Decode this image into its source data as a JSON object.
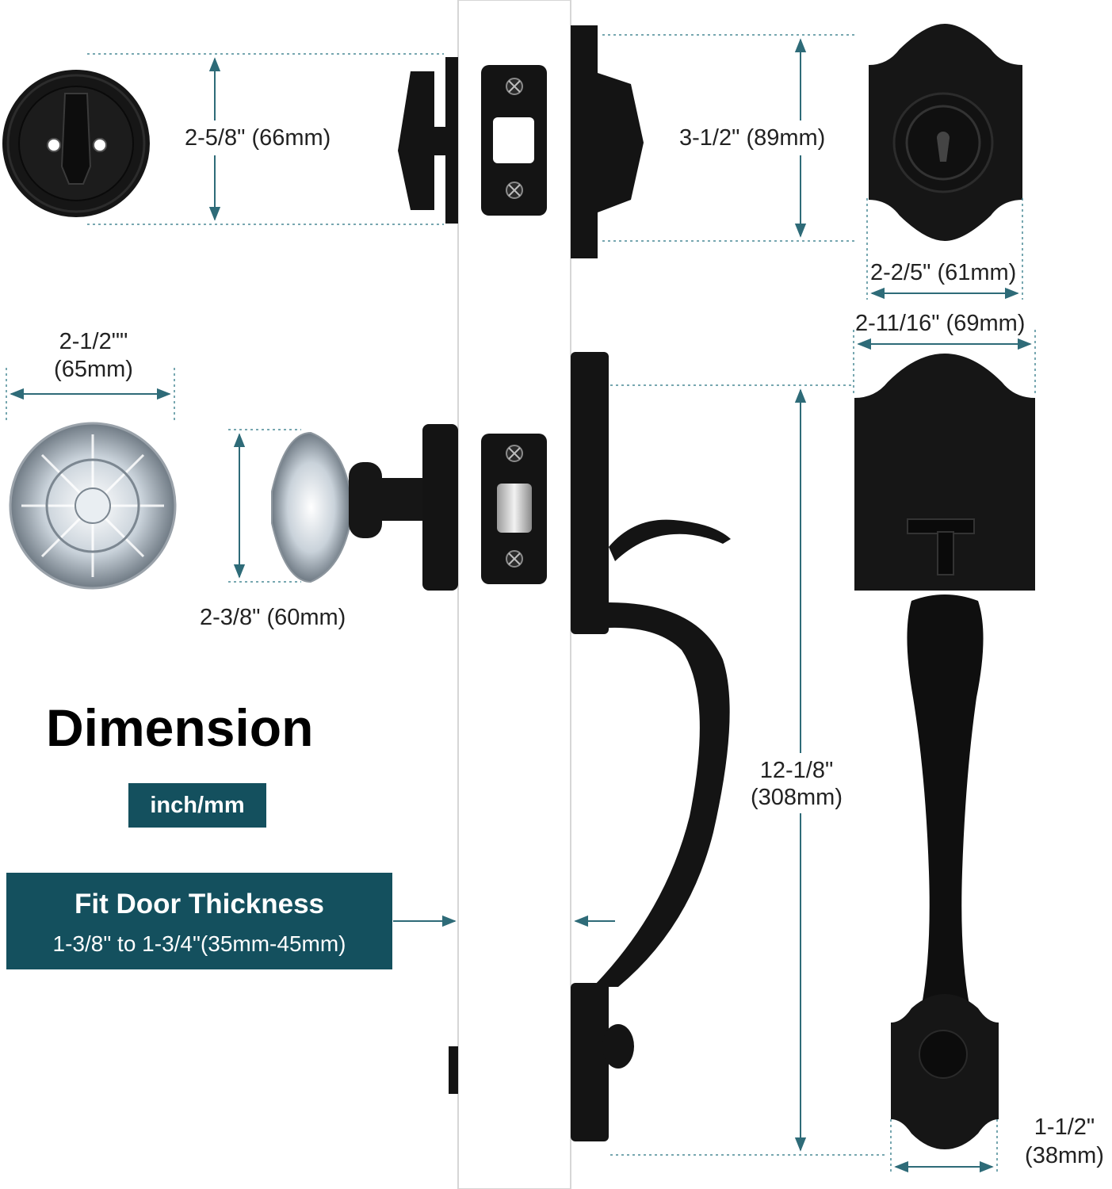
{
  "title": "Dimension",
  "unit_badge": "inch/mm",
  "fit_door": {
    "title": "Fit Door Thickness",
    "range": "1-3/8\" to 1-3/4\"(35mm-45mm)"
  },
  "dimensions": {
    "deadbolt_turn_diameter": "2-5/8\" (66mm)",
    "deadbolt_plate_height": "3-1/2\" (89mm)",
    "deadbolt_plate_width": "2-2/5\" (61mm)",
    "knob_width_in": "2-1/2\"\"",
    "knob_width_mm": "(65mm)",
    "knob_side_height": "2-3/8\" (60mm)",
    "handle_plate_width": "2-11/16\" (69mm)",
    "handle_height_in": "12-1/8\"",
    "handle_height_mm": "(308mm)",
    "handle_bottom_width_in": "1-1/2\"",
    "handle_bottom_width_mm": "(38mm)"
  },
  "colors": {
    "accent": "#14505e",
    "dimension_line": "#4a8a96",
    "hardware": "#141414"
  }
}
